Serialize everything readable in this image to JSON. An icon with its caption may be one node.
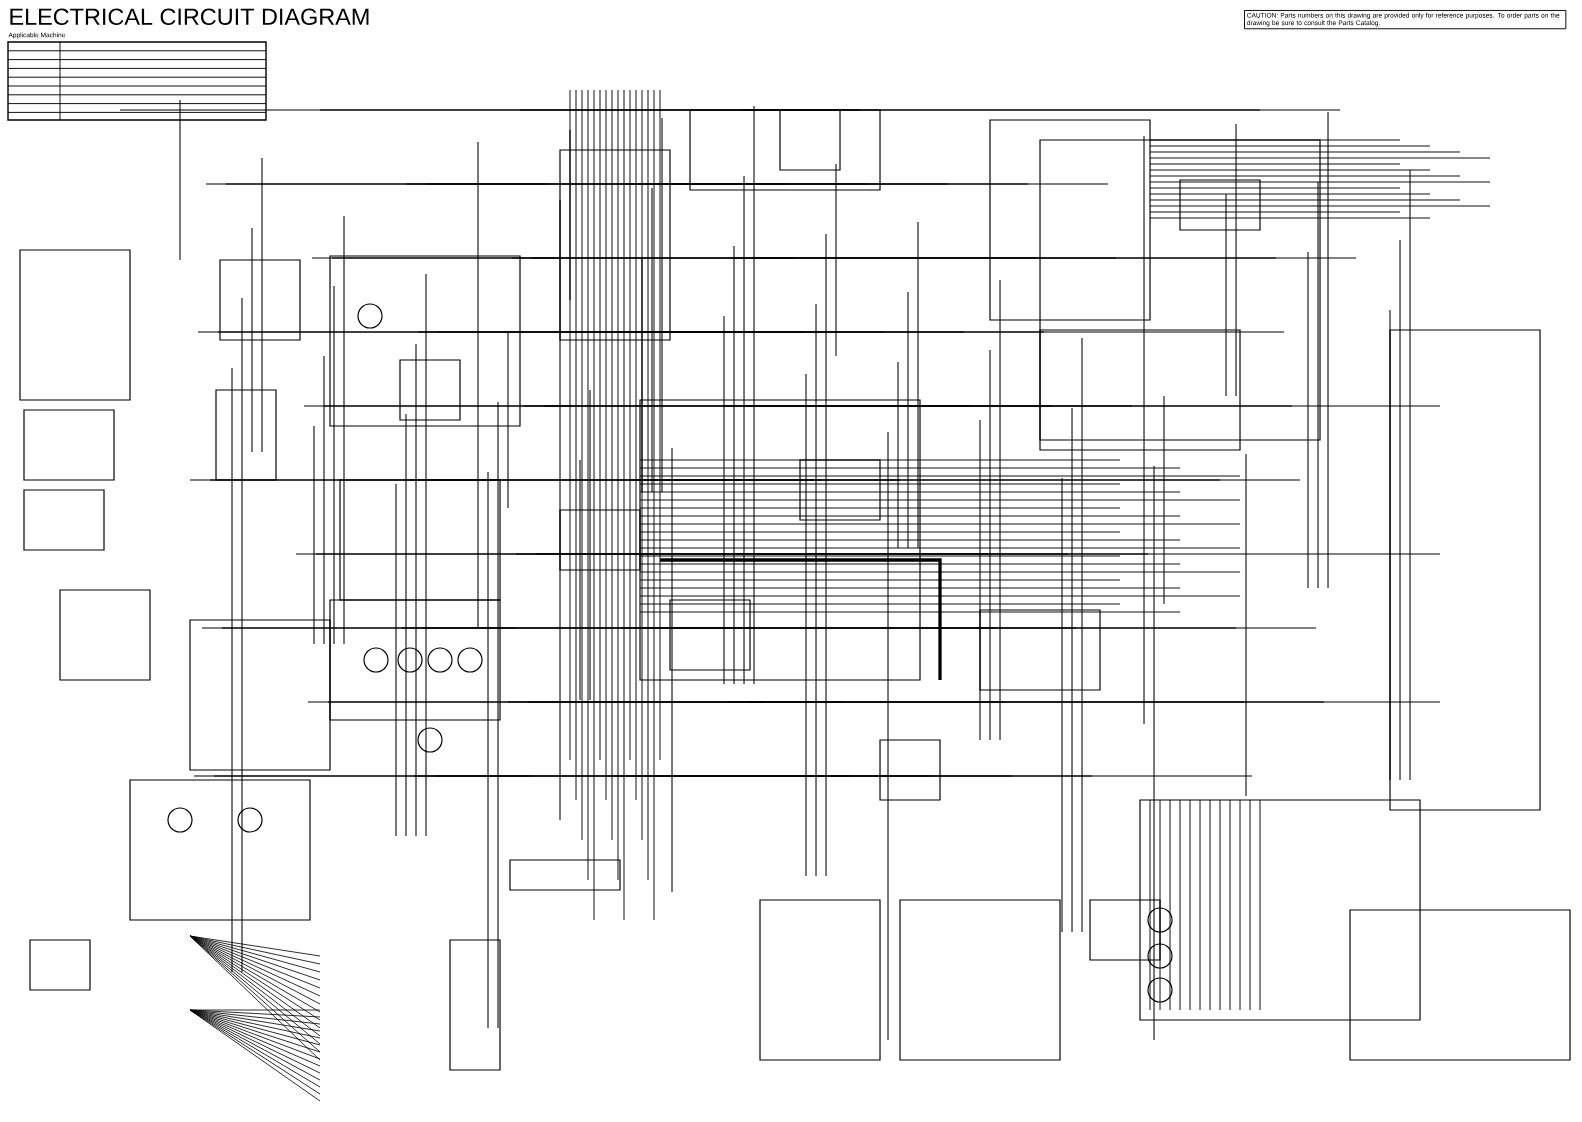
{
  "diagram": {
    "title": "ELECTRICAL CIRCUIT DIAGRAM",
    "labels": [
      "Applicable Machine",
      "CAUTION: Parts numbers on this drawing are provided only for reference purposes. To order parts on the drawing be sure to consult the Parts Catalog."
    ]
  }
}
